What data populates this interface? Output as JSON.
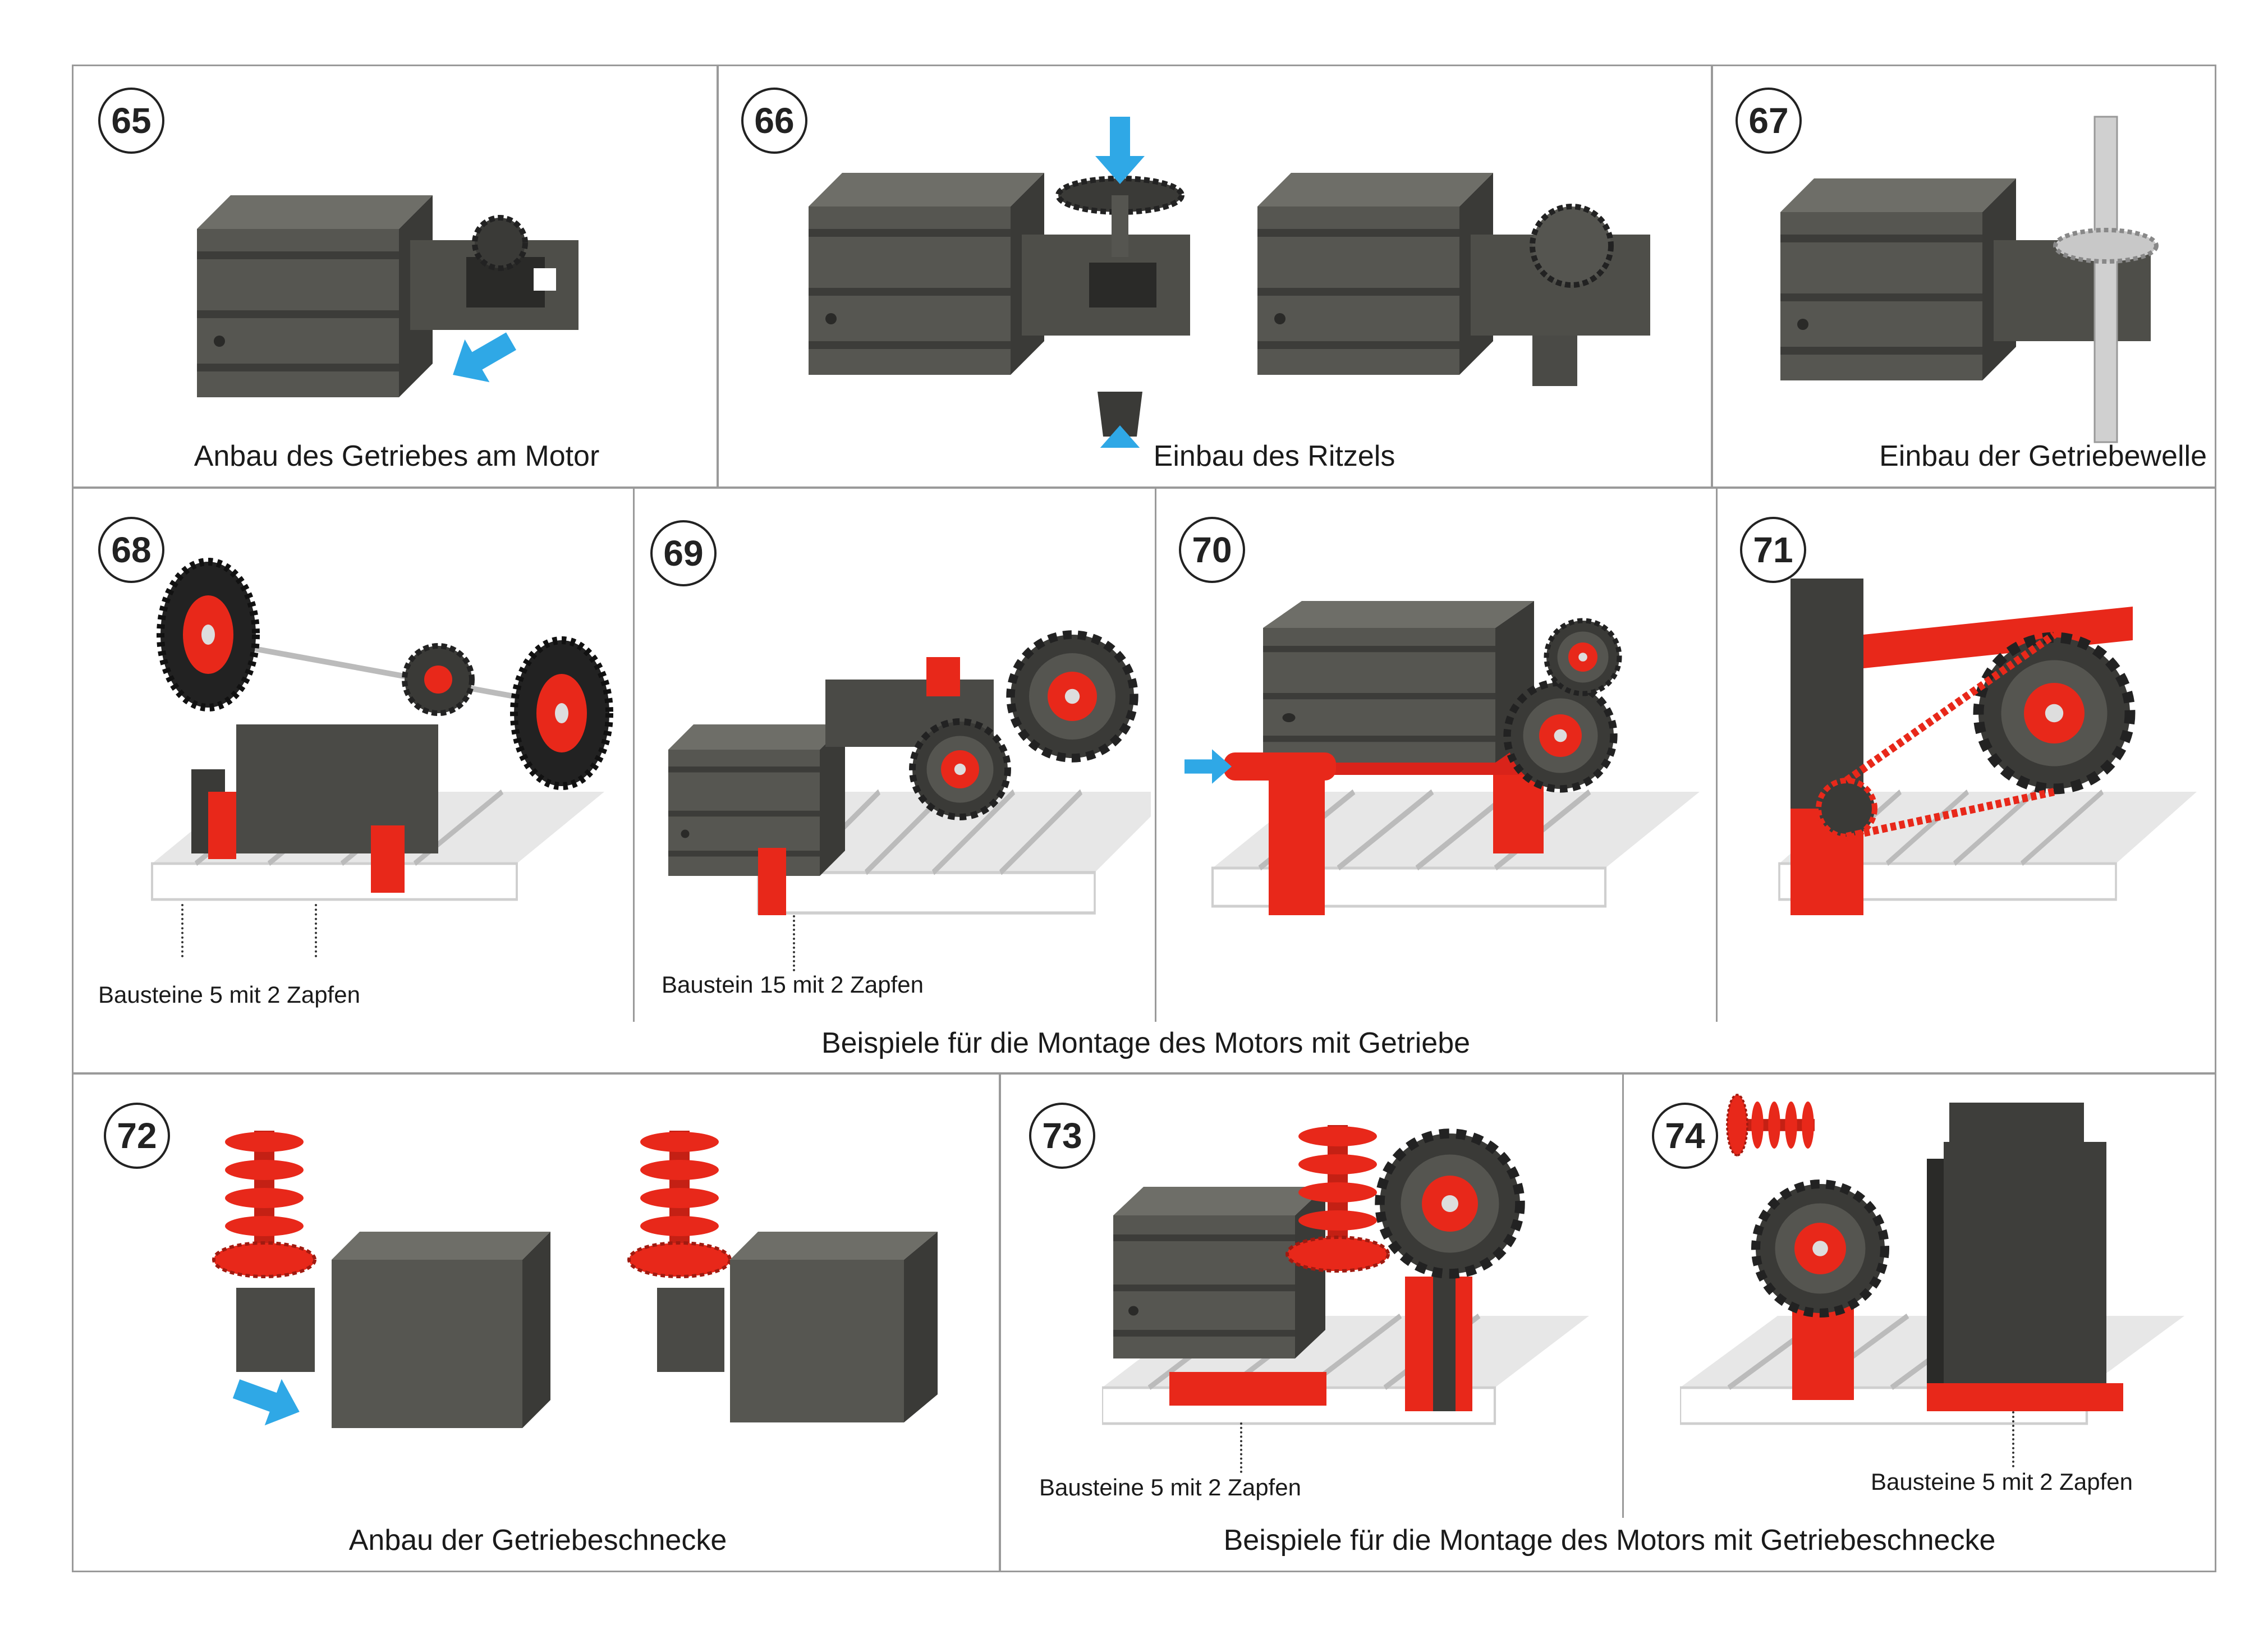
{
  "steps": {
    "s65": {
      "number": "65",
      "caption": "Anbau des Getriebes am Motor"
    },
    "s66": {
      "number": "66",
      "caption": "Einbau des Ritzels"
    },
    "s67": {
      "number": "67",
      "caption": "Einbau der Getriebewelle"
    },
    "s68": {
      "number": "68",
      "note": "Bausteine 5 mit 2 Zapfen"
    },
    "s69": {
      "number": "69",
      "note": "Baustein 15 mit 2 Zapfen"
    },
    "s70": {
      "number": "70"
    },
    "s71": {
      "number": "71"
    },
    "s72": {
      "number": "72",
      "caption": "Anbau der Getriebeschnecke"
    },
    "s73": {
      "number": "73",
      "note": "Bausteine 5 mit 2 Zapfen"
    },
    "s74": {
      "number": "74",
      "note": "Bausteine 5 mit 2 Zapfen"
    }
  },
  "row2_caption": "Beispiele für die Montage des Motors mit Getriebe",
  "row3_caption": "Beispiele für die Montage des Motors mit Getriebeschnecke",
  "colors": {
    "motor": "#4a4a46",
    "red": "#e8281a",
    "white_base": "#f4f4f4",
    "arrow": "#2fa8e6",
    "border": "#9a9a9a"
  }
}
